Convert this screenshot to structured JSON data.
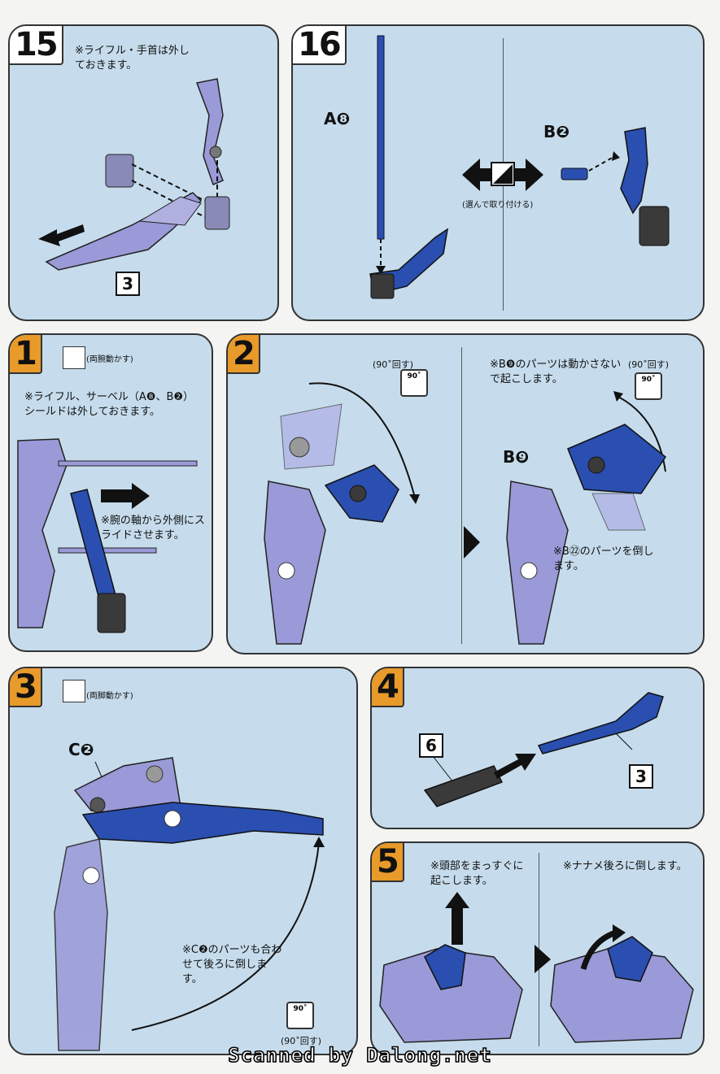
{
  "step15": {
    "number": "15",
    "note": "※ライフル・手首は外しておきます。",
    "parts": [
      "3"
    ]
  },
  "step16": {
    "number": "16",
    "part_a": "A❽",
    "part_b": "B❷",
    "choose_text": "(選んで取り付ける)"
  },
  "step1": {
    "number": "1",
    "icon_text": "(両腕動かす)",
    "note": "※ライフル、サーベル（A❽、B❷）シールドは外しておきます。",
    "slide_note": "※腕の軸から外側にスライドさせます。"
  },
  "step2": {
    "number": "2",
    "rotate_caption_left": "(90˚回す)",
    "rotate_caption_right": "(90˚回す)",
    "rotate_icon": "90˚",
    "note_b9": "※B❾のパーツは動かさないで起こします。",
    "part_b9": "B❾",
    "note_b22": "※B㉒のパーツを倒します。"
  },
  "step3": {
    "number": "3",
    "icon_text": "(両脚動かす)",
    "part_c2": "C❷",
    "note": "※C❷のパーツも合わせて後ろに倒します。",
    "rotate_icon": "90˚",
    "rotate_caption": "(90˚回す)"
  },
  "step4": {
    "number": "4",
    "part_6": "6",
    "part_3": "3"
  },
  "step5": {
    "number": "5",
    "note_left": "※頭部をまっすぐに起こします。",
    "note_right": "※ナナメ後ろに倒します。"
  },
  "footer": {
    "text": "Scanned by Dalong.net"
  },
  "colors": {
    "panel": "#c6dcec",
    "orange": "#e89a2a",
    "blue_part": "#2a4fb0",
    "lavender_part": "#9a9ad8"
  }
}
